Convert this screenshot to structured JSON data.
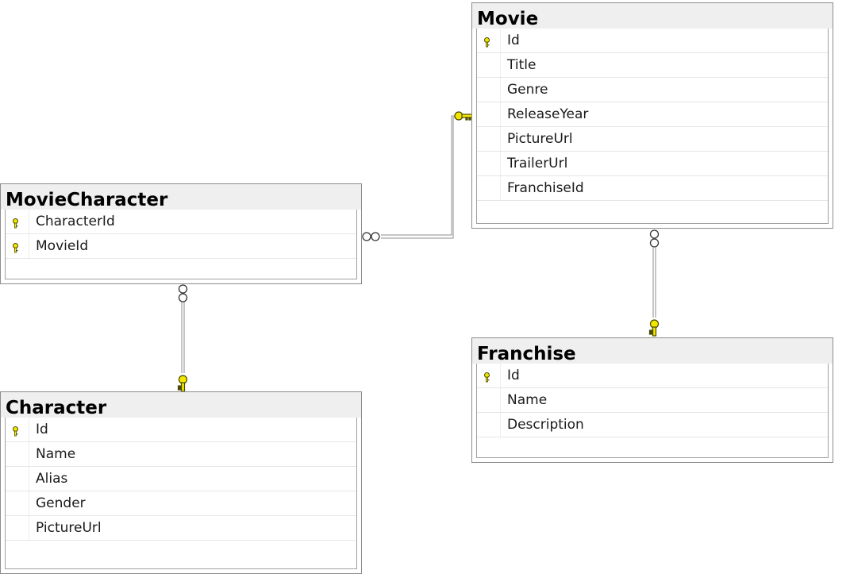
{
  "tables": {
    "movie": {
      "name": "Movie",
      "columns": [
        {
          "name": "Id",
          "is_key": true
        },
        {
          "name": "Title",
          "is_key": false
        },
        {
          "name": "Genre",
          "is_key": false
        },
        {
          "name": "ReleaseYear",
          "is_key": false
        },
        {
          "name": "PictureUrl",
          "is_key": false
        },
        {
          "name": "TrailerUrl",
          "is_key": false
        },
        {
          "name": "FranchiseId",
          "is_key": false
        }
      ]
    },
    "moviecharacter": {
      "name": "MovieCharacter",
      "columns": [
        {
          "name": "CharacterId",
          "is_key": true
        },
        {
          "name": "MovieId",
          "is_key": true
        }
      ]
    },
    "character": {
      "name": "Character",
      "columns": [
        {
          "name": "Id",
          "is_key": true
        },
        {
          "name": "Name",
          "is_key": false
        },
        {
          "name": "Alias",
          "is_key": false
        },
        {
          "name": "Gender",
          "is_key": false
        },
        {
          "name": "PictureUrl",
          "is_key": false
        }
      ]
    },
    "franchise": {
      "name": "Franchise",
      "columns": [
        {
          "name": "Id",
          "is_key": true
        },
        {
          "name": "Name",
          "is_key": false
        },
        {
          "name": "Description",
          "is_key": false
        }
      ]
    }
  },
  "relationships": [
    {
      "from": "MovieCharacter",
      "to": "Movie",
      "many_end": "MovieCharacter",
      "one_end": "Movie"
    },
    {
      "from": "MovieCharacter",
      "to": "Character",
      "many_end": "MovieCharacter",
      "one_end": "Character"
    },
    {
      "from": "Movie",
      "to": "Franchise",
      "many_end": "Movie",
      "one_end": "Franchise"
    }
  ],
  "colors": {
    "key": "#f2e600",
    "key_outline": "#4a4a00",
    "title_bar": "#efefef",
    "connector": "#8c8c8c"
  }
}
